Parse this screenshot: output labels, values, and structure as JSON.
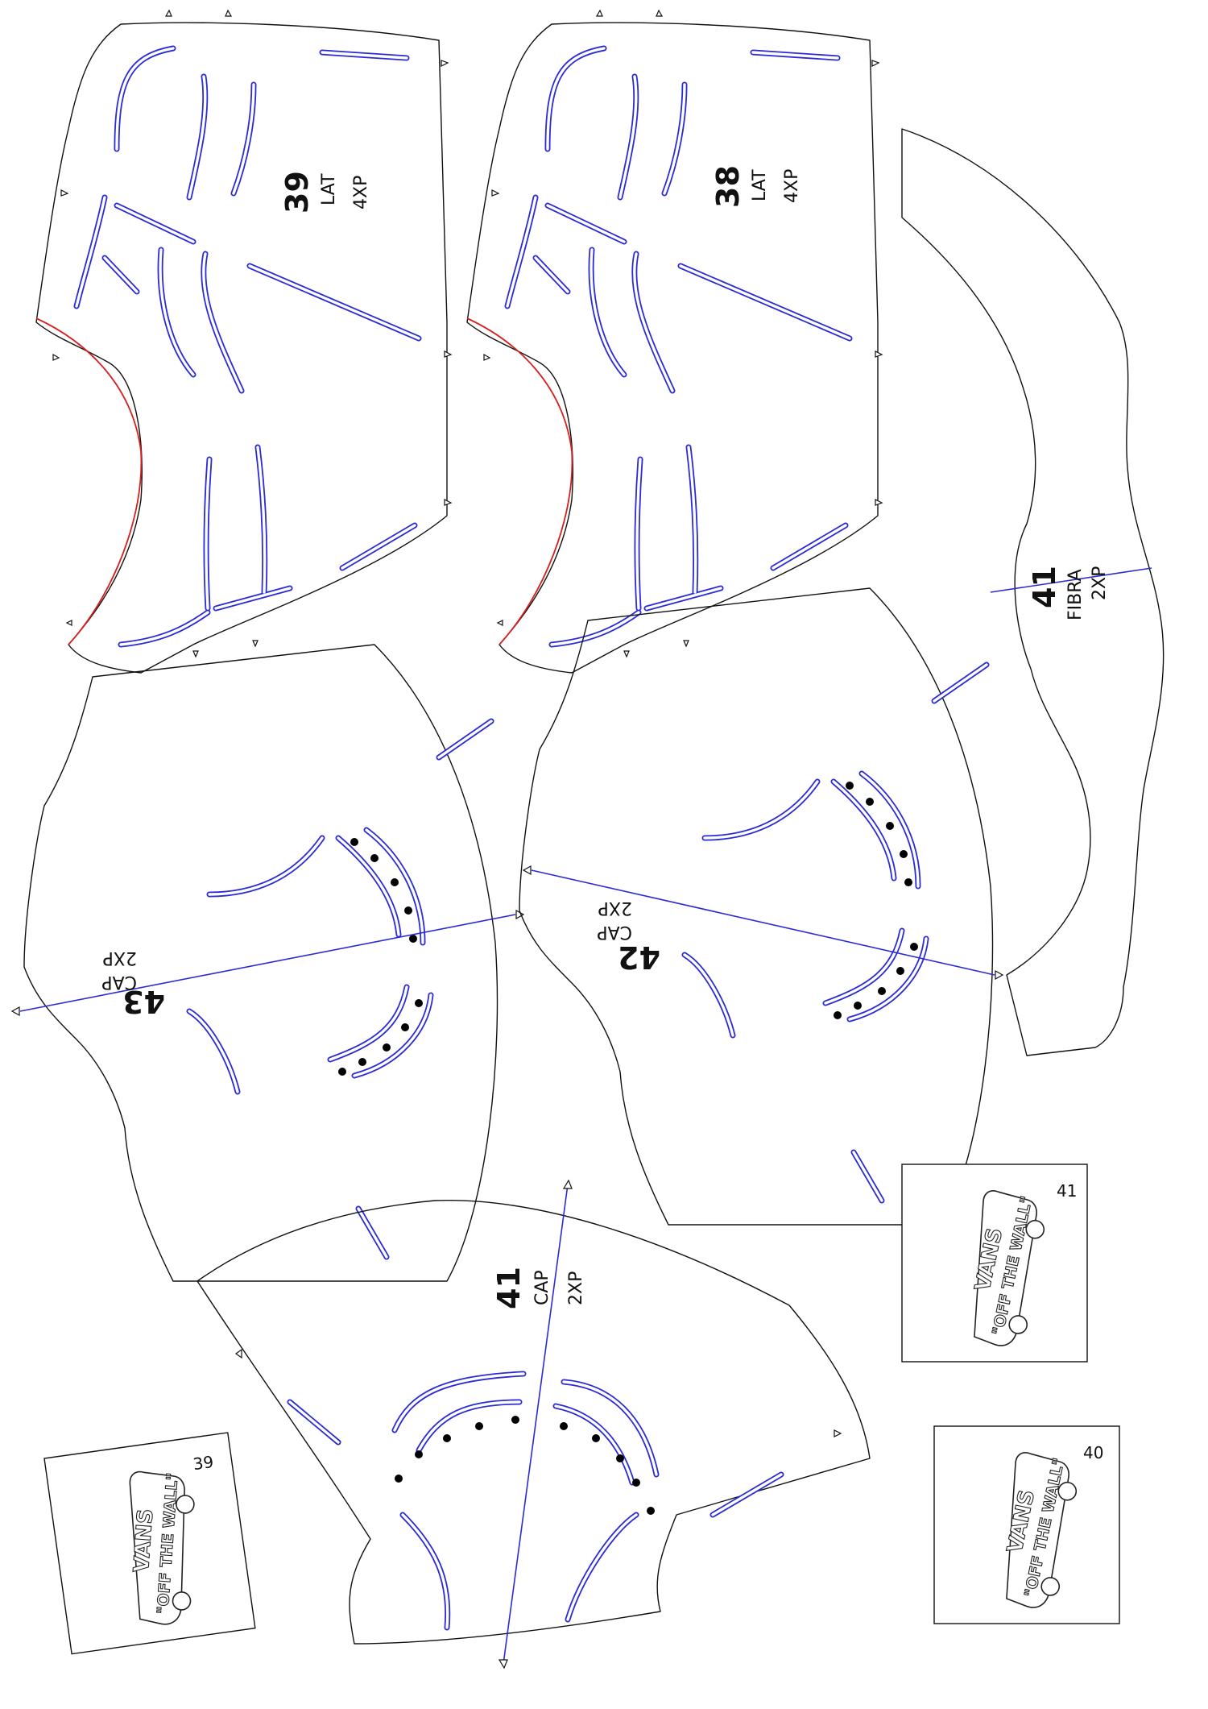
{
  "colors": {
    "outline": "#111111",
    "stitch": "#2b2bd6",
    "seam_edge": "#d62020",
    "axis": "#2b2bd6",
    "perforation": "#000000"
  },
  "pieces": {
    "lat39": {
      "size": "39",
      "part": "LAT",
      "qty": "4XP"
    },
    "lat38": {
      "size": "38",
      "part": "LAT",
      "qty": "4XP"
    },
    "fibra41": {
      "size": "41",
      "part": "FIBRA",
      "qty": "2XP"
    },
    "cap43": {
      "size": "43",
      "part": "CAP",
      "qty": "2XP"
    },
    "cap42": {
      "size": "42",
      "part": "CAP",
      "qty": "2XP"
    },
    "cap41": {
      "size": "41",
      "part": "CAP",
      "qty": "2XP"
    }
  },
  "badges": [
    {
      "size": "41",
      "brand": "VANS",
      "slogan": "\"OFF THE WALL\""
    },
    {
      "size": "40",
      "brand": "VANS",
      "slogan": "\"OFF THE WALL\""
    },
    {
      "size": "39",
      "brand": "VANS",
      "slogan": "\"OFF THE WALL\""
    }
  ]
}
